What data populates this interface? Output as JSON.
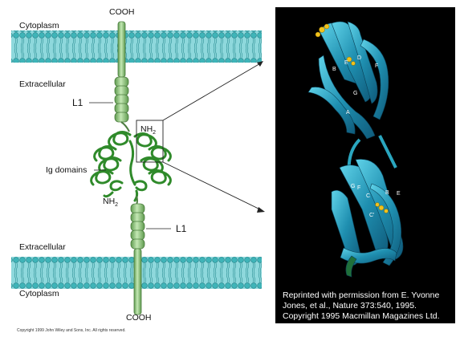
{
  "labels": {
    "cytoplasm_top": "Cytoplasm",
    "cooh_top": "COOH",
    "extracellular_top": "Extracellular",
    "l1_top": "L1",
    "nh2_top": "NH",
    "nh2_top_sub": "2",
    "ig_domains": "Ig domains",
    "nh2_bottom": "NH",
    "nh2_bottom_sub": "2",
    "l1_bottom": "L1",
    "extracellular_bottom": "Extracellular",
    "cytoplasm_bottom": "Cytoplasm",
    "cooh_bottom": "COOH"
  },
  "copyright": "Copyright 1999 John Wiley and Sons, Inc. All rights reserved.",
  "structure_image": {
    "strand_labels": [
      "B",
      "E",
      "D",
      "A",
      "G",
      "G",
      "F",
      "C",
      "C'",
      "E",
      "B",
      "F"
    ],
    "credit_lines": [
      "Reprinted with permission from E. Yvonne",
      "Jones, et al., Nature 373:540, 1995.",
      "Copyright 1995 Macmillan Magazines Ltd."
    ]
  },
  "colors": {
    "membrane": "#8ed8dc",
    "membrane_head": "#3fb4b8",
    "protein": "#8ec880",
    "ig_domain": "#2f8a2a",
    "ribbon": "#2aa6bf",
    "photo_bg": "#000000"
  }
}
